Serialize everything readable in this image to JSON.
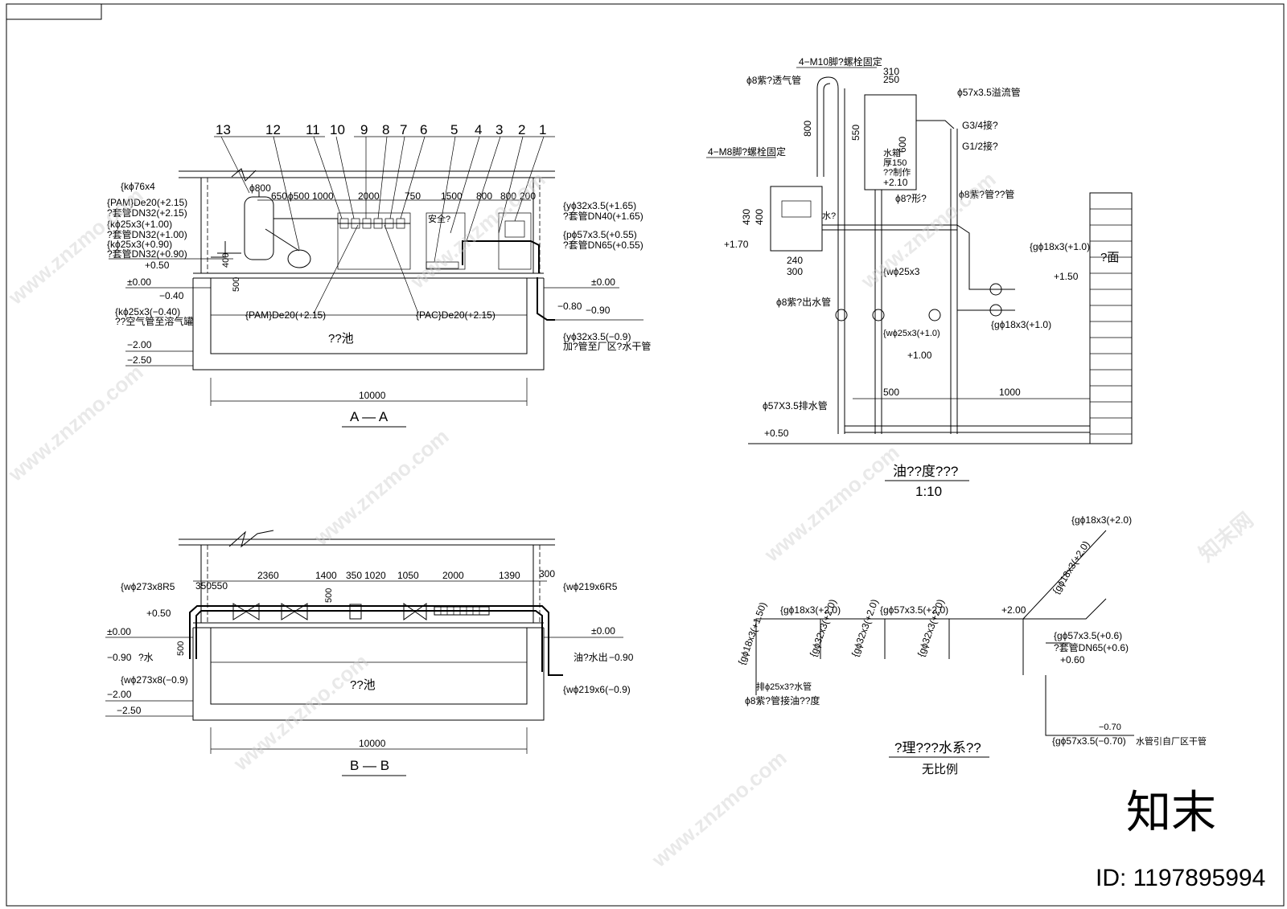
{
  "watermark": {
    "site": "www.znzmo.com",
    "brand": "知末网",
    "logo_text": "知末",
    "id_text": "ID: 1197895994"
  },
  "section_aa": {
    "title": "A — A",
    "numbers": [
      "13",
      "12",
      "11",
      "10",
      "9",
      "8",
      "7",
      "6",
      "5",
      "4",
      "3",
      "2",
      "1"
    ],
    "labels": {
      "k76": "{kϕ76x4",
      "pam1": "{PAM}De20(+2.15)",
      "tg_dn32a": "?套管DN32(+2.15)",
      "k25a": "{kϕ25x3(+1.00)",
      "tg_dn32b": "?套管DN32(+1.00)",
      "k25b": "{kϕ25x3(+0.90)",
      "tg_dn32c": "?套管DN32(+0.90)",
      "plus050": "+0.50",
      "pm000": "±0.00",
      "m040": "−0.40",
      "k25c": "{kϕ25x3(−0.40)",
      "air": "??空气管至溶气罐",
      "m200": "−2.00",
      "m250": "−2.50",
      "pam2": "{PAM}De20(+2.15)",
      "pac": "{PAC}De20(+2.15)",
      "pool": "??池",
      "total": "10000",
      "d800": "ϕ800",
      "d500": "ϕ500",
      "dim650": "650",
      "dim1000": "1000",
      "dim2000": "2000",
      "dim750": "750",
      "dim1500": "1500",
      "dim800a": "800",
      "dim800b": "800",
      "dim200": "200",
      "dim400": "400",
      "dim500": "500",
      "y32a": "{yϕ32x3.5(+1.65)",
      "tg_dn40": "?套管DN40(+1.65)",
      "p57": "{pϕ57x3.5(+0.55)",
      "tg_dn65": "?套管DN65(+0.55)",
      "r000": "±0.00",
      "m080": "−0.80",
      "m090": "−0.90",
      "y32b": "{yϕ32x3.5(−0.9)",
      "feed": "加?管至厂区?水干管",
      "safe": "安全?"
    }
  },
  "section_bb": {
    "title": "B — B",
    "labels": {
      "w273a": "{wϕ273x8R5",
      "plus050": "+0.50",
      "pm000": "±0.00",
      "m090": "−0.90",
      "water_in": "?水",
      "d500": "500",
      "w273b": "{wϕ273x8(−0.9)",
      "m200": "−2.00",
      "m250": "−2.50",
      "pool": "??池",
      "total": "10000",
      "d350": "350",
      "d550": "550",
      "d2360": "2360",
      "d1400": "1400",
      "d350b": "350",
      "d1020": "1020",
      "d1050": "1050",
      "d2000": "2000",
      "d1390": "1390",
      "d300": "300",
      "d500v": "500",
      "w219a": "{wϕ219x6R5",
      "r000": "±0.00",
      "oil_out": "油?水出",
      "m090r": "−0.90",
      "w219b": "{wϕ219x6(−0.9)"
    }
  },
  "detail": {
    "title": "油??度???",
    "scale": "1:10",
    "labels": {
      "m10": "4−M10脚?螺栓固定",
      "d310": "310",
      "d250": "250",
      "vent": "ϕ8紫?透气管",
      "overflow": "ϕ57x3.5溢流管",
      "d800": "800",
      "d550": "550",
      "d600": "600",
      "g34": "G3/4接?",
      "g12": "G1/2接?",
      "tank1": "水箱",
      "tank2": "厚150",
      "tank3": "??制作",
      "p210": "+2.10",
      "m8": "4−M8脚?螺栓固定",
      "d8": "ϕ8?形?",
      "purple": "ϕ8紫?管??管",
      "d430": "430",
      "d400": "400",
      "p170": "+1.70",
      "d240": "240",
      "d300": "300",
      "ref": "水?",
      "g18a": "{gϕ18x3(+1.0)",
      "face": "?面",
      "p150": "+1.50",
      "w25a": "{wϕ25x3",
      "outlet": "ϕ8紫?出水管",
      "w25b": "{wϕ25x3(+1.0)",
      "g18b": "{gϕ18x3(+1.0)",
      "p100": "+1.00",
      "d500": "500",
      "d1000": "1000",
      "drain": "ϕ57X3.5排水管",
      "p050": "+0.50"
    }
  },
  "iso": {
    "title": "?理???水系??",
    "subtitle": "无比例",
    "labels": {
      "g18top": "{gϕ18x3(+2.0)",
      "g18diag": "{gϕ18x3(+2.0)",
      "g18left": "{gϕ18x3(+2.0)",
      "g18v": "{gϕ18x3(+1.50)",
      "g57a": "{gϕ57x3.5(+2.0)",
      "p200": "+2.00",
      "g32a": "{gϕ32x3(+2.0)",
      "g32b": "{gϕ32x3(+2.0)",
      "g32c": "{gϕ32x3(+2.0)",
      "w25": "排ϕ25x3?水管",
      "purple": "ϕ8紫?管接油??度",
      "g57b": "{gϕ57x3.5(+0.6)",
      "tg_dn65": "?套管DN65(+0.6)",
      "p060": "+0.60",
      "m070": "−0.70",
      "g57c": "{gϕ57x3.5(−0.70)",
      "from": "水管引自厂区干管"
    }
  }
}
